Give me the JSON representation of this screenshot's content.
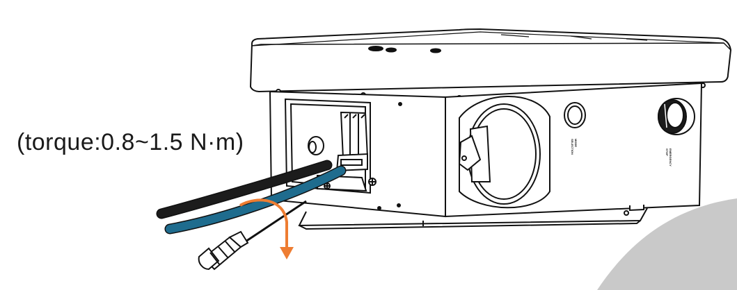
{
  "caption": {
    "torque": "(torque:0.8~1.5 N·m)"
  },
  "device_labels": {
    "mode_selection": "MODE\nSELECTION",
    "emergency_stop": "EMERGENCY\nSTOP"
  },
  "icons": {
    "rotation_arrow": "curved-arrow",
    "screwdriver": "screwdriver",
    "ground_symbol": "ground-terminal"
  },
  "colors": {
    "cable_black": "#1c1c1c",
    "cable_blue": "#1f6c8e",
    "arrow_orange": "#ee7d32",
    "corner_grey": "#c9c9c9",
    "outline": "#111111"
  }
}
